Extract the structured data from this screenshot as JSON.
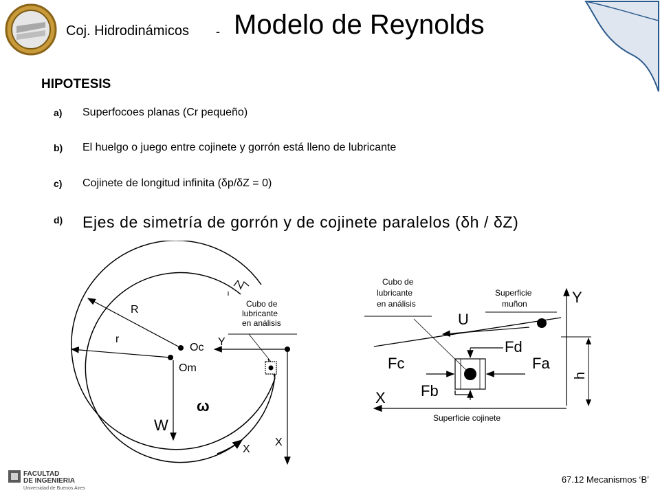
{
  "header": {
    "title_small": "Coj. Hidrodinámicos",
    "title_sep": "-",
    "title_large": "Modelo de Reynolds"
  },
  "section_title": "HIPOTESIS",
  "hypotheses": [
    {
      "label": "a)",
      "text": "Superfocoes planas (Cr pequeño)"
    },
    {
      "label": "b)",
      "text": "El  huelgo  o  juego  entre  cojinete  y  gorrón  está  lleno  de  lubricante"
    },
    {
      "label": "c)",
      "text": "Cojinete  de  longitud  infinita  (δp/δZ  =  0)"
    },
    {
      "label": "d)",
      "text": "Ejes  de  simetría  de  gorrón  y  de  cojinete  paralelos   (δh / δZ)"
    }
  ],
  "left_diagram": {
    "R": "R",
    "r": "r",
    "Oc": "Oc",
    "Om": "Om",
    "Y": "Y",
    "X_bottom": "X",
    "X_arc": "X",
    "W": "W",
    "omega": "ω",
    "cube_line1": "Cubo de",
    "cube_line2": "lubricante",
    "cube_line3": "en análisis"
  },
  "right_diagram": {
    "cube_line1": "Cubo de",
    "cube_line2": "lubricante",
    "cube_line3": "en análisis",
    "surface_top_line1": "Superficie",
    "surface_top_line2": "muñon",
    "U": "U",
    "Y": "Y",
    "h": "h",
    "X": "X",
    "Fd": "Fd",
    "Fc": "Fc",
    "Fa": "Fa",
    "Fb": "Fb",
    "surface_bottom": "Superficie cojinete"
  },
  "footer": {
    "logo_line1": "FACULTAD",
    "logo_line2": "DE INGENIERIA",
    "logo_line3": "Universidad de Buenos Aires",
    "course": "67.12 Mecanismos ‘B’"
  }
}
